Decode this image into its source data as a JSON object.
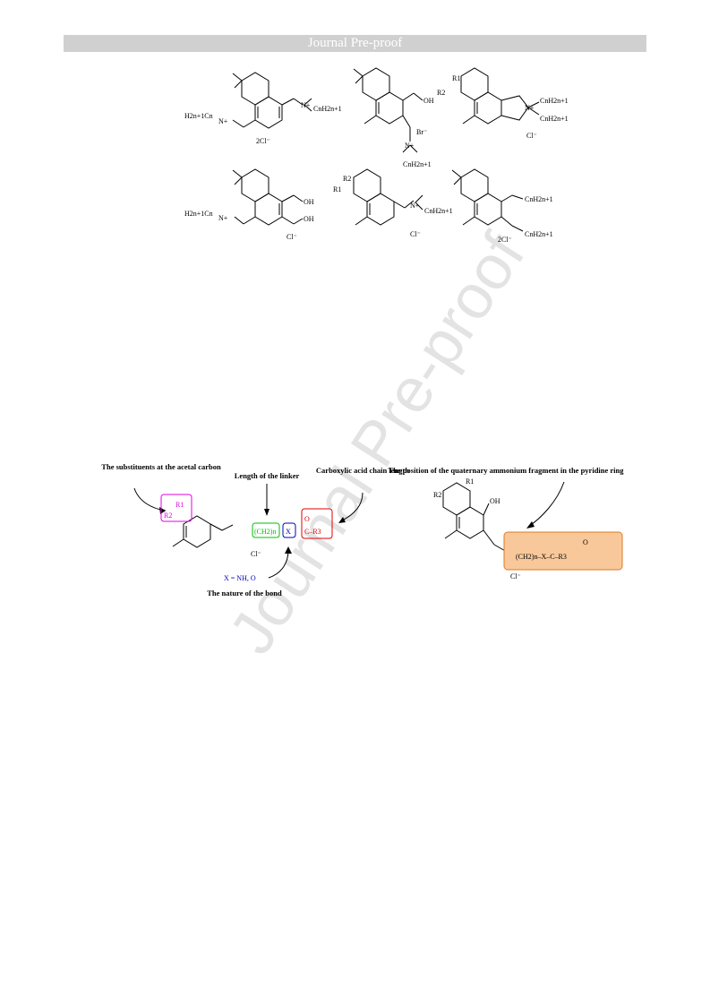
{
  "header": {
    "title": "Journal Pre-proof"
  },
  "watermark": {
    "text": "Journal Pre-proof"
  },
  "figure1": {
    "mol1": {
      "chain_left": "H2n+1Cn",
      "n_plus": "N+",
      "chain_right": "CnH2n+1",
      "counterion": "2Cl⁻"
    },
    "mol2": {
      "oh": "OH",
      "counterion": "Br⁻",
      "chain": "CnH2n+1",
      "n_plus": "N+"
    },
    "mol3": {
      "r1": "R1",
      "r2": "R2",
      "chain_top": "CnH2n+1",
      "chain_bottom": "CnH2n+1",
      "n_plus": "N+",
      "counterion": "Cl⁻"
    },
    "mol4": {
      "chain_left": "H2n+1Cn",
      "n_plus": "N+",
      "oh_top": "OH",
      "oh_bottom": "OH",
      "counterion": "Cl⁻"
    },
    "mol5": {
      "r1": "R1",
      "r2": "R2",
      "chain": "CnH2n+1",
      "n_plus": "N+",
      "counterion": "Cl⁻"
    },
    "mol6": {
      "chain_top": "CnH2n+1",
      "chain_bottom": "CnH2n+1",
      "counterion": "2Cl⁻"
    }
  },
  "figure2": {
    "label_acetal": "The substituents at the acetal carbon",
    "label_linker": "Length of the linker",
    "label_acid": "Carboxylic acid chain length",
    "label_bond": "The nature of the bond",
    "x_def": "X = NH, O",
    "r1": "R1",
    "r2": "R2",
    "linker": "(CH2)n",
    "x": "X",
    "carbonyl": "C–R3",
    "o": "O",
    "counterion": "Cl⁻",
    "label_position": "The position of the quaternary ammonium fragment in the pyridine ring",
    "oh": "OH",
    "fragment": "(CH2)n–X–C–R3",
    "colors": {
      "magenta": "#e000e0",
      "green": "#00c000",
      "blue": "#0000c0",
      "red": "#e00000",
      "orange_fill": "#f8c89a",
      "orange_stroke": "#e07a20"
    }
  }
}
